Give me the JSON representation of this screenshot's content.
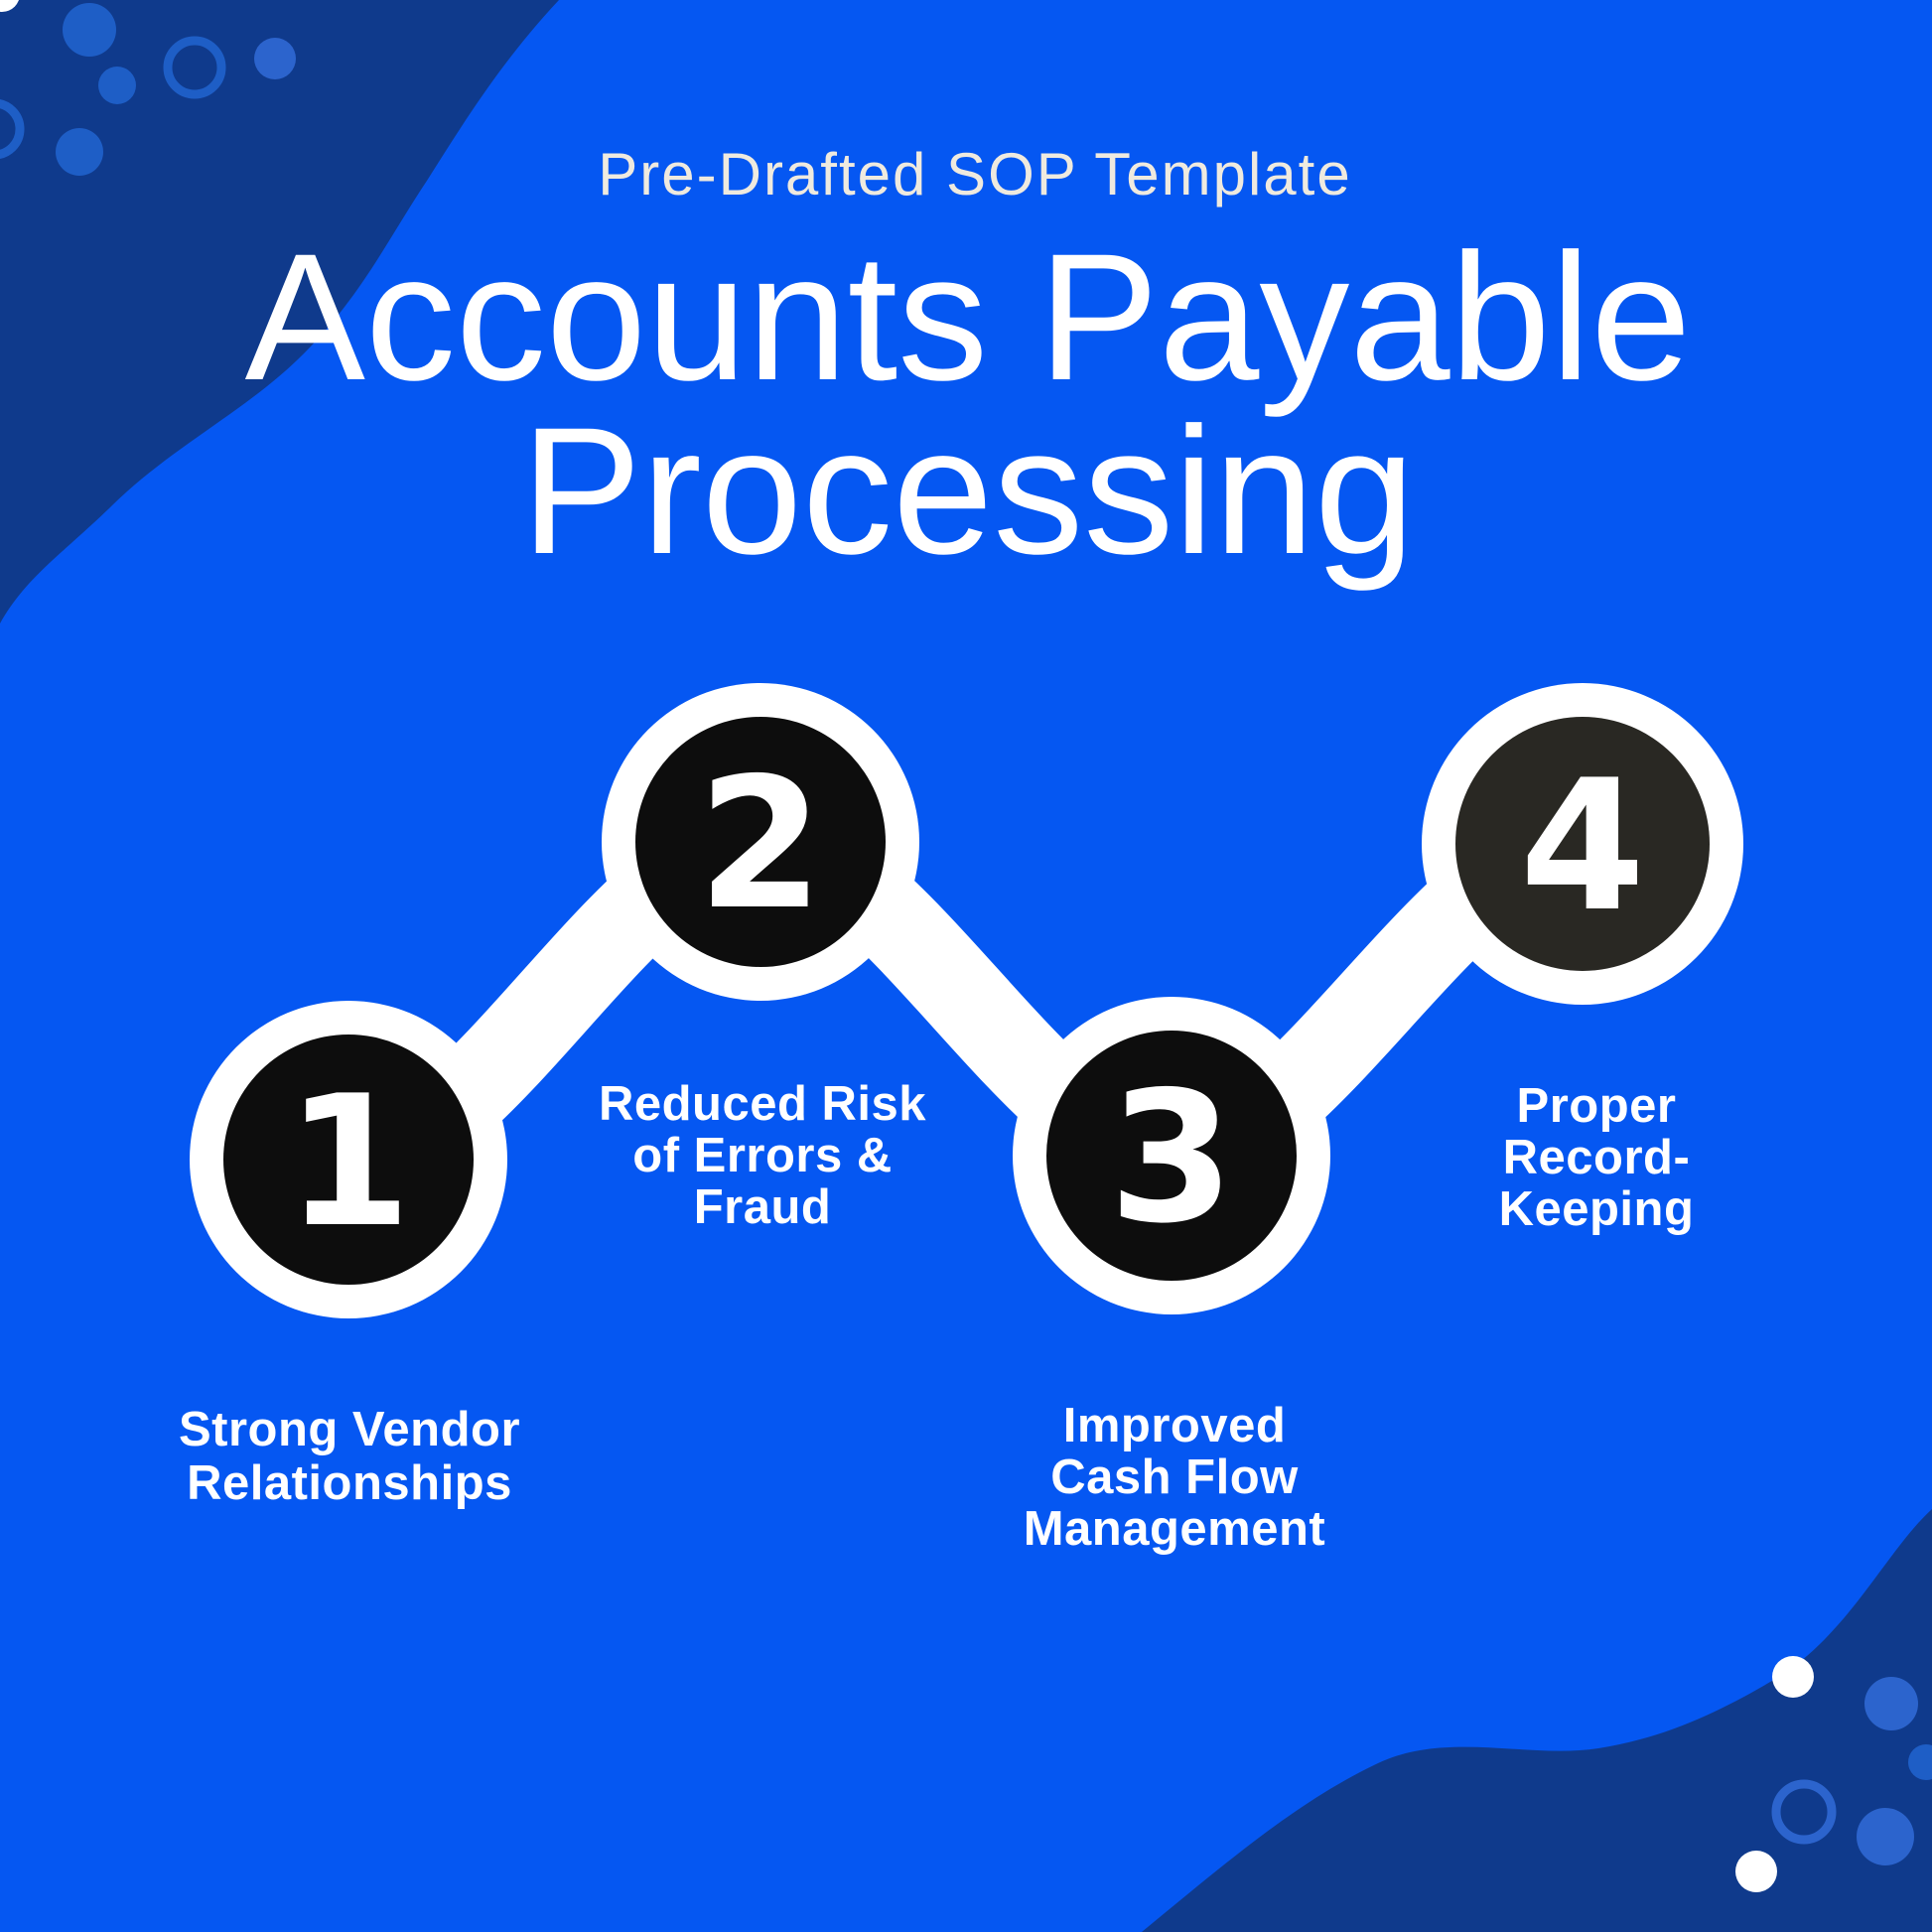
{
  "page": {
    "background": "#0557f2",
    "corner_blob_color": "#0f3a8c",
    "decor_blue": "#1e5ec6",
    "decor_blue_light": "#2c64cd",
    "decor_white": "#ffffff",
    "chain_white": "#ffffff",
    "text_white": "#ffffff",
    "kicker_color": "#efeadf"
  },
  "header": {
    "kicker": "Pre-Drafted SOP Template",
    "title_line1": "Accounts Payable",
    "title_line2": "Processing"
  },
  "steps": [
    {
      "number": "1",
      "circle_color": "#0d0d0d",
      "label_lines": [
        "Strong Vendor",
        "Relationships"
      ]
    },
    {
      "number": "2",
      "circle_color": "#0d0d0d",
      "label_lines": [
        "Reduced Risk",
        "of Errors &",
        "Fraud"
      ]
    },
    {
      "number": "3",
      "circle_color": "#0d0d0d",
      "label_lines": [
        "Improved",
        "Cash Flow",
        "Management"
      ]
    },
    {
      "number": "4",
      "circle_color": "#292823",
      "label_lines": [
        "Proper",
        "Record-",
        "Keeping"
      ]
    }
  ]
}
